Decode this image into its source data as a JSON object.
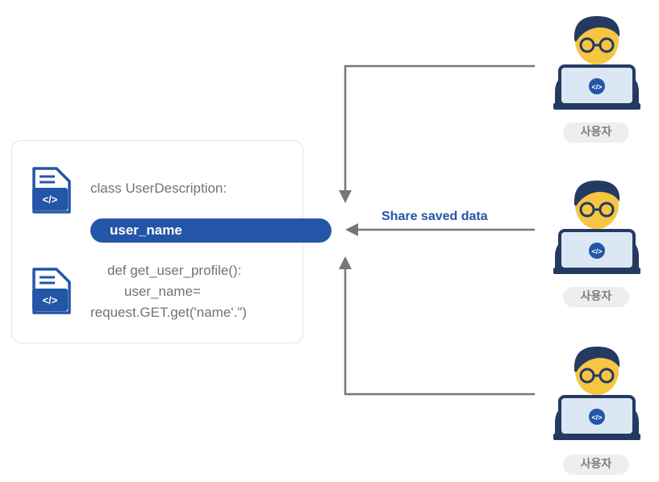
{
  "code_panel": {
    "class_line": "class UserDescription:",
    "highlight": "user_name",
    "def_line": "def get_user_profile():",
    "assign_line": "user_name=",
    "request_line": "request.GET.get('name'.\")",
    "icon_names": [
      "code-file-icon",
      "code-file-icon"
    ]
  },
  "arrows": {
    "middle_label": "Share saved data"
  },
  "users": [
    {
      "label": "사용자",
      "icon": "developer-avatar-icon"
    },
    {
      "label": "사용자",
      "icon": "developer-avatar-icon"
    },
    {
      "label": "사용자",
      "icon": "developer-avatar-icon"
    }
  ],
  "colors": {
    "accent_blue": "#2456a7",
    "hair": "#243a63",
    "skin": "#f6c542",
    "arrow_gray": "#777777",
    "badge_gray": "#eeeeee"
  }
}
